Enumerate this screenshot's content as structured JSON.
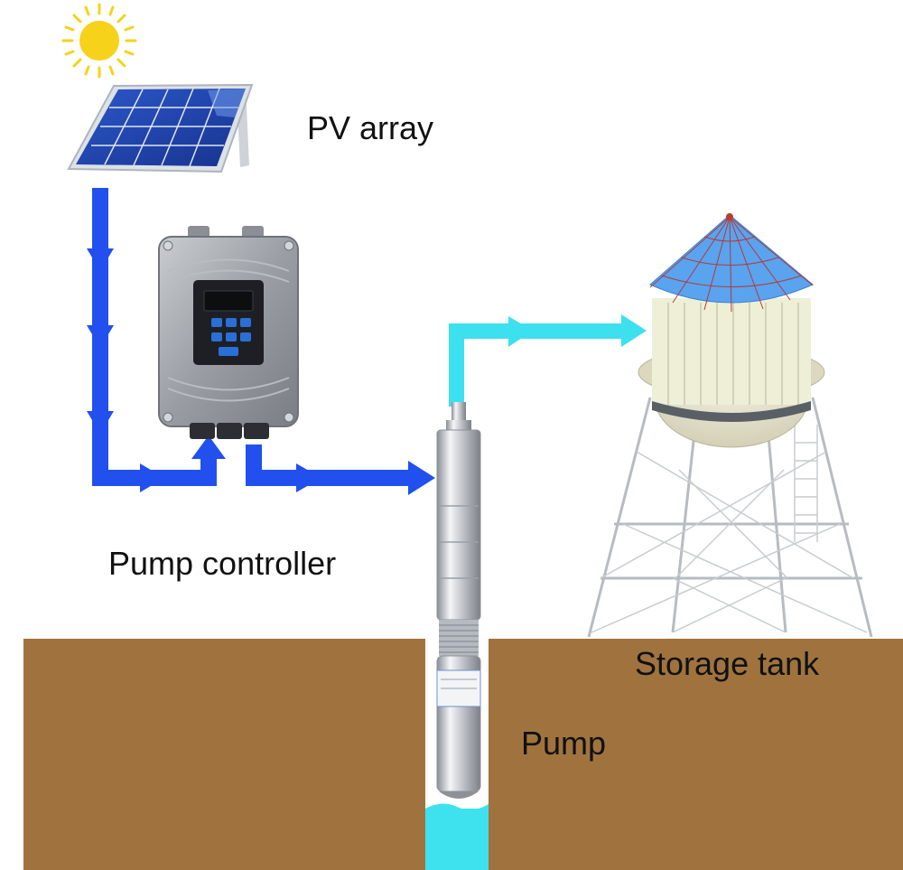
{
  "labels": {
    "pv_array": "PV array",
    "pump_controller": "Pump controller",
    "storage_tank": "Storage tank",
    "pump": "Pump"
  },
  "colors": {
    "power_flow": "#2250ee",
    "water_flow": "#3de0ee",
    "ground": "#a0733e",
    "sun": "#f7d21a",
    "tank_roof": "#5aa3ee",
    "tank_body": "#eeefd7",
    "water": "#3ee2ee"
  },
  "icons": [
    "sun-icon",
    "solar-panel-icon",
    "pump-controller-icon",
    "submersible-pump-icon",
    "water-tower-icon"
  ]
}
